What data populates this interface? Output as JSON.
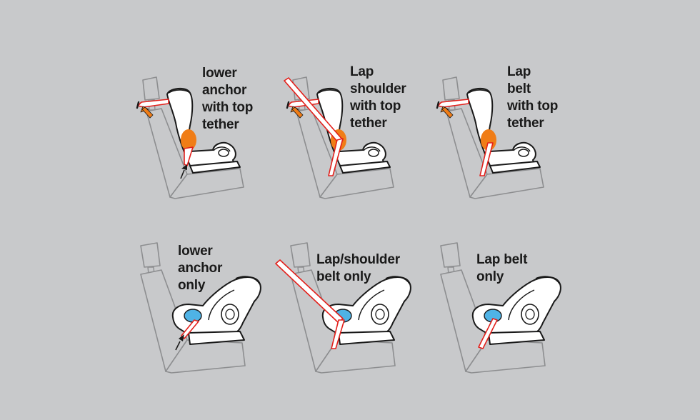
{
  "colors": {
    "background": "#c8c9cb",
    "vehicle_seat_fill": "#c8c9cb",
    "vehicle_seat_stroke": "#8d8e90",
    "car_seat_fill": "#ffffff",
    "car_seat_stroke": "#1a1a1a",
    "belt_path_forward": "#f07d17",
    "belt_path_rear": "#4fb3e6",
    "belt_stroke": "#e3201b",
    "tether_arrow": "#f07d17"
  },
  "panels": [
    {
      "id": "forward-lower-anchor-tether",
      "orientation": "forward-facing",
      "method": "lower-anchor",
      "top_tether": true,
      "lines": [
        "lower",
        "anchor",
        "with top",
        "tether"
      ]
    },
    {
      "id": "forward-lap-shoulder-tether",
      "orientation": "forward-facing",
      "method": "lap-shoulder",
      "top_tether": true,
      "lines": [
        "Lap",
        "shoulder",
        "with top",
        "tether"
      ]
    },
    {
      "id": "forward-lap-belt-tether",
      "orientation": "forward-facing",
      "method": "lap-belt",
      "top_tether": true,
      "lines": [
        "Lap",
        "belt",
        "with top",
        "tether"
      ]
    },
    {
      "id": "rear-lower-anchor",
      "orientation": "rear-facing",
      "method": "lower-anchor",
      "top_tether": false,
      "lines": [
        "lower",
        "anchor",
        "only"
      ]
    },
    {
      "id": "rear-lap-shoulder",
      "orientation": "rear-facing",
      "method": "lap-shoulder",
      "top_tether": false,
      "lines": [
        "Lap/shoulder",
        "belt only"
      ]
    },
    {
      "id": "rear-lap-belt",
      "orientation": "rear-facing",
      "method": "lap-belt",
      "top_tether": false,
      "lines": [
        "Lap belt",
        "only"
      ]
    }
  ]
}
